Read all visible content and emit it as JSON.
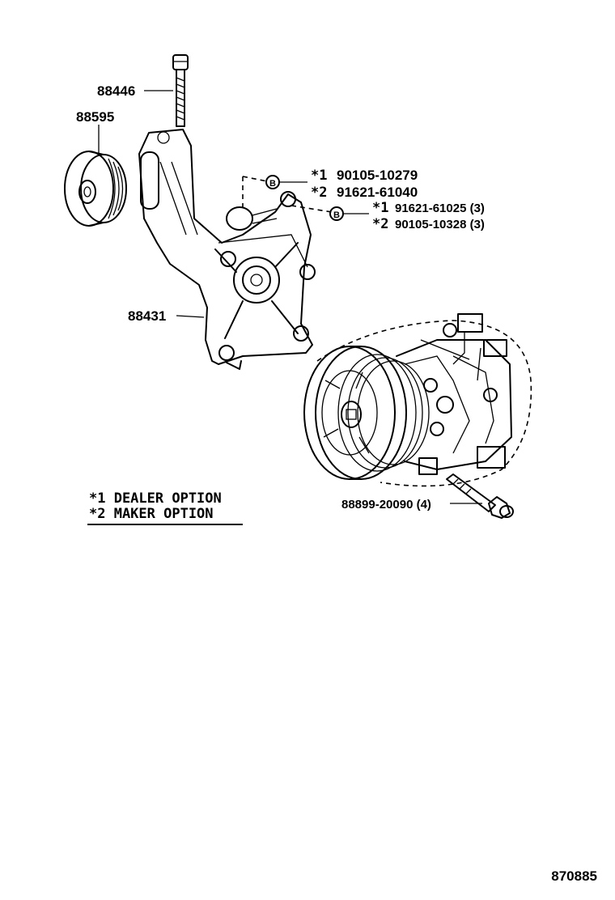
{
  "parts": {
    "bolt": "88446",
    "idler_pulley": "88595",
    "bracket": "88431",
    "compressor_bolt": "88899-20090 (4)"
  },
  "fasteners": {
    "upper": {
      "badge": "B",
      "line1_mark": "*1",
      "line1_part": "90105-10279",
      "line2_mark": "*2",
      "line2_part": "91621-61040"
    },
    "lower": {
      "badge": "B",
      "line1_mark": "*1",
      "line1_part": "91621-61025 (3)",
      "line2_mark": "*2",
      "line2_part": "90105-10328 (3)"
    }
  },
  "legend": {
    "item1": "*1 DEALER OPTION",
    "item2": "*2 MAKER OPTION"
  },
  "diagram_number": "870885"
}
